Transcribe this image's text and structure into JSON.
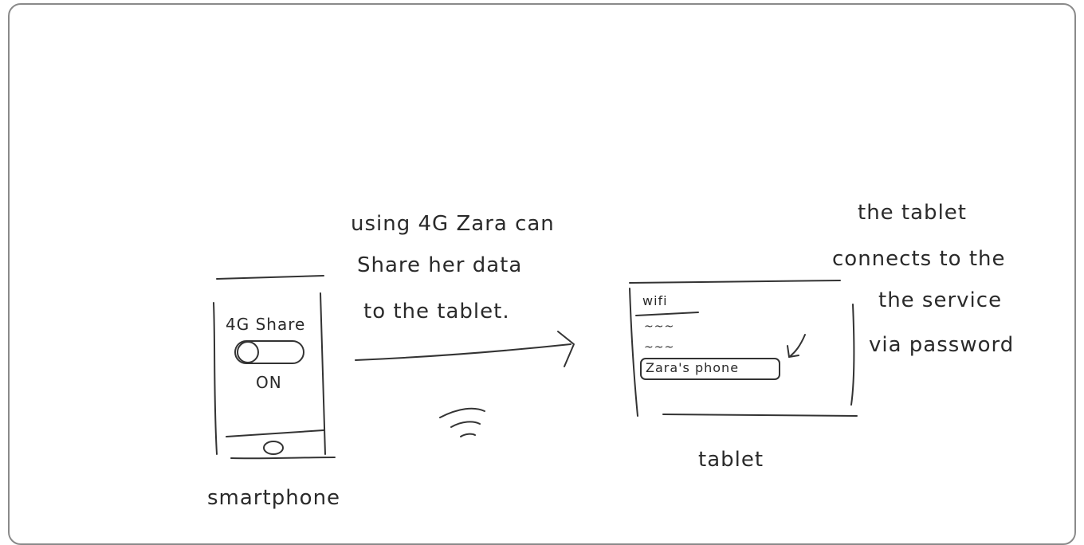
{
  "phone": {
    "screen_label": "4G Share",
    "toggle_state": "ON",
    "caption": "smartphone"
  },
  "arrow_note": {
    "line1": "using 4G Zara can",
    "line2": "Share her data",
    "line3": "to the tablet."
  },
  "tablet": {
    "wifi_label": "wifi",
    "network_placeholder_1": "~~~",
    "network_placeholder_2": "~~~",
    "network_selected": "Zara's phone",
    "caption": "tablet"
  },
  "tablet_note": {
    "line1": "the tablet",
    "line2": "connects to the",
    "line3": "the service",
    "line4": "via password"
  }
}
